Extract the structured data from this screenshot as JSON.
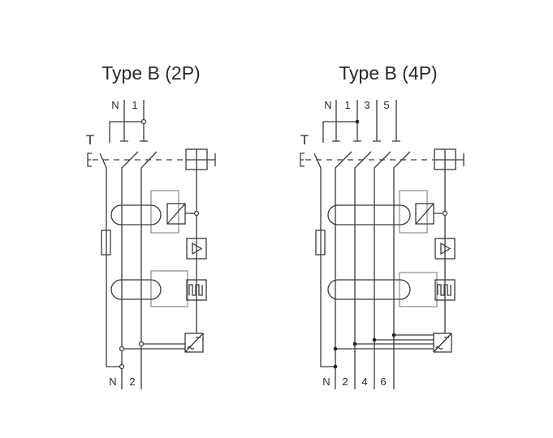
{
  "left": {
    "title": "Type B (2P)",
    "test_label": "T",
    "top_labels": [
      "N",
      "1"
    ],
    "bottom_labels": [
      "N",
      "2"
    ]
  },
  "right": {
    "title": "Type B (4P)",
    "test_label": "T",
    "top_labels": [
      "N",
      "1",
      "3",
      "5"
    ],
    "bottom_labels": [
      "N",
      "2",
      "4",
      "6"
    ]
  }
}
